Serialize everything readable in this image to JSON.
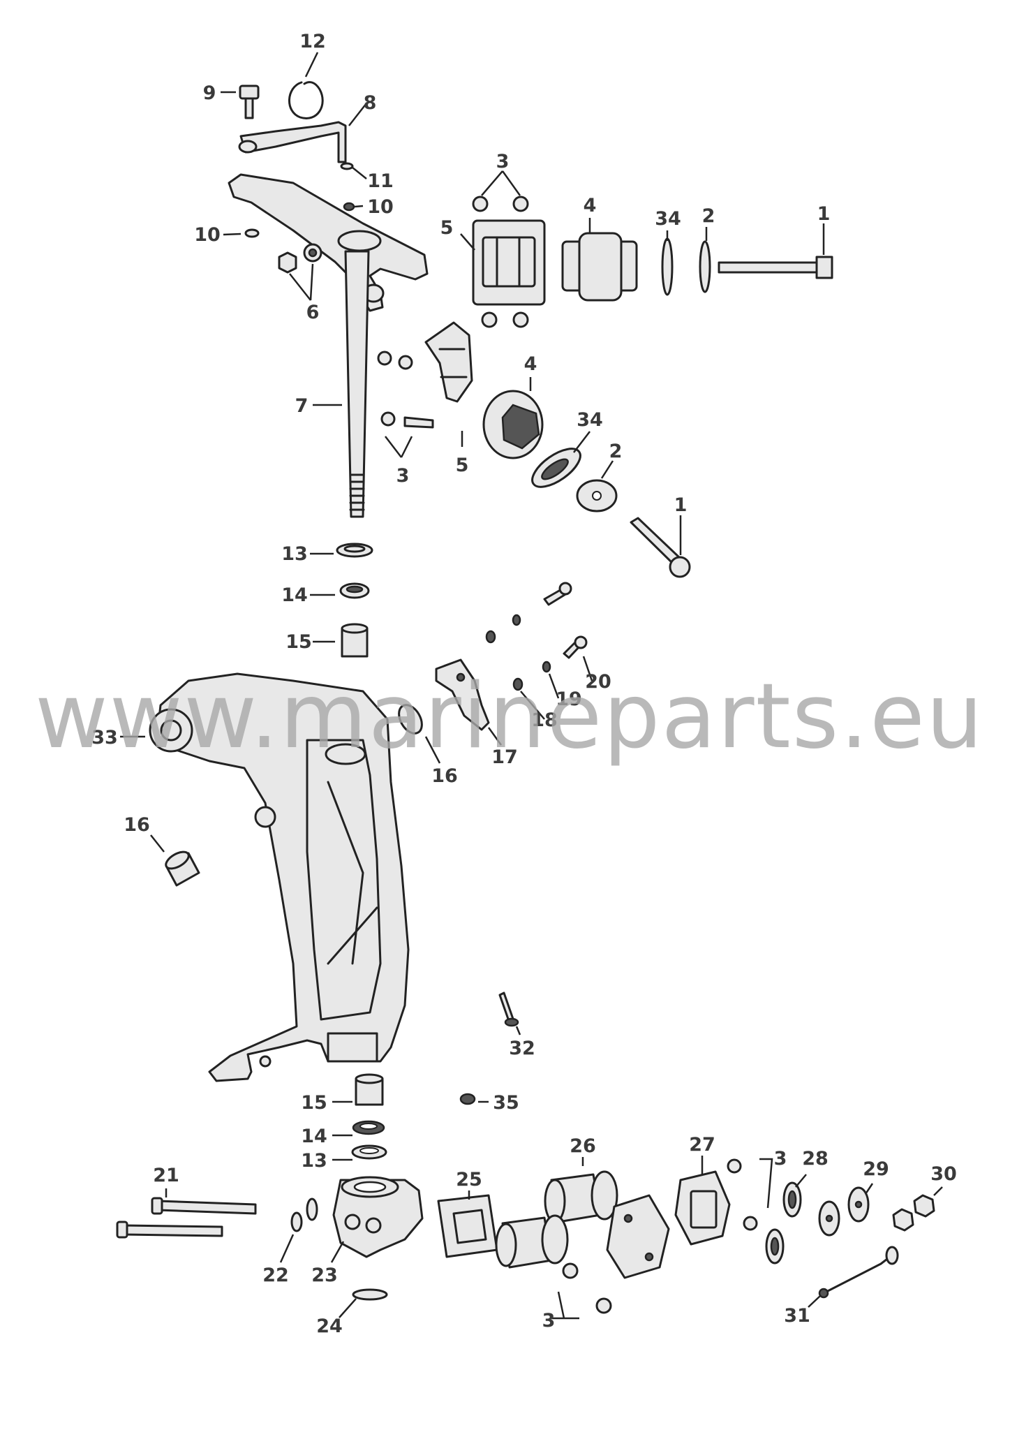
{
  "watermark": "www.marineparts.eu",
  "callouts": [
    {
      "id": "c1a",
      "text": "1"
    },
    {
      "id": "c1b",
      "text": "1"
    },
    {
      "id": "c2a",
      "text": "2"
    },
    {
      "id": "c2b",
      "text": "2"
    },
    {
      "id": "c3a",
      "text": "3"
    },
    {
      "id": "c3b",
      "text": "3"
    },
    {
      "id": "c3c",
      "text": "3"
    },
    {
      "id": "c3d",
      "text": "3"
    },
    {
      "id": "c4a",
      "text": "4"
    },
    {
      "id": "c4b",
      "text": "4"
    },
    {
      "id": "c5a",
      "text": "5"
    },
    {
      "id": "c5b",
      "text": "5"
    },
    {
      "id": "c6",
      "text": "6"
    },
    {
      "id": "c7",
      "text": "7"
    },
    {
      "id": "c8",
      "text": "8"
    },
    {
      "id": "c9",
      "text": "9"
    },
    {
      "id": "c10a",
      "text": "10"
    },
    {
      "id": "c10b",
      "text": "10"
    },
    {
      "id": "c11",
      "text": "11"
    },
    {
      "id": "c12",
      "text": "12"
    },
    {
      "id": "c13a",
      "text": "13"
    },
    {
      "id": "c13b",
      "text": "13"
    },
    {
      "id": "c14a",
      "text": "14"
    },
    {
      "id": "c14b",
      "text": "14"
    },
    {
      "id": "c15a",
      "text": "15"
    },
    {
      "id": "c15b",
      "text": "15"
    },
    {
      "id": "c16a",
      "text": "16"
    },
    {
      "id": "c16b",
      "text": "16"
    },
    {
      "id": "c17",
      "text": "17"
    },
    {
      "id": "c18",
      "text": "18"
    },
    {
      "id": "c19",
      "text": "19"
    },
    {
      "id": "c20",
      "text": "20"
    },
    {
      "id": "c21",
      "text": "21"
    },
    {
      "id": "c22",
      "text": "22"
    },
    {
      "id": "c23",
      "text": "23"
    },
    {
      "id": "c24",
      "text": "24"
    },
    {
      "id": "c25",
      "text": "25"
    },
    {
      "id": "c26",
      "text": "26"
    },
    {
      "id": "c27",
      "text": "27"
    },
    {
      "id": "c28",
      "text": "28"
    },
    {
      "id": "c29",
      "text": "29"
    },
    {
      "id": "c30",
      "text": "30"
    },
    {
      "id": "c31",
      "text": "31"
    },
    {
      "id": "c32",
      "text": "32"
    },
    {
      "id": "c33",
      "text": "33"
    },
    {
      "id": "c34a",
      "text": "34"
    },
    {
      "id": "c34b",
      "text": "34"
    },
    {
      "id": "c35",
      "text": "35"
    }
  ]
}
